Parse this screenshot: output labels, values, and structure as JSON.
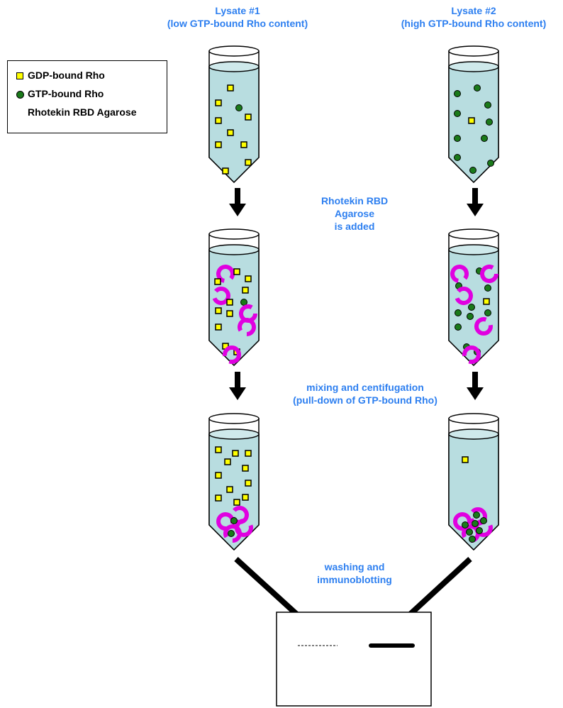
{
  "lysate1": {
    "line1": "Lysate #1",
    "line2": "(low GTP-bound Rho content)"
  },
  "lysate2": {
    "line1": "Lysate #2",
    "line2": "(high GTP-bound Rho content)"
  },
  "legend": {
    "gdp_label": "GDP-bound Rho",
    "gtp_label": "GTP-bound Rho",
    "agarose_label": "Rhotekin RBD Agarose"
  },
  "steps": {
    "add": [
      "Rhotekin RBD",
      "Agarose",
      "is added"
    ],
    "mix": [
      "mixing and centifugation",
      "(pull-down of GTP-bound Rho)"
    ],
    "wash": [
      "washing and",
      "immunoblotting"
    ]
  },
  "colors": {
    "text_accent": "#2d7ff0",
    "liquid": "#b8dde0",
    "gdp_square": "#ffff00",
    "gtp_dot": "#1a7a1a",
    "agarose": "#e000e0"
  }
}
